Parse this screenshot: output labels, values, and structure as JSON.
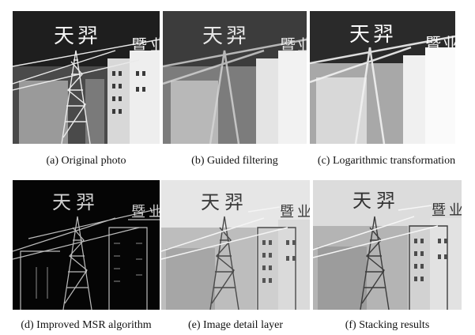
{
  "figure": {
    "panels": [
      {
        "id": "a",
        "caption": "(a) Original photo",
        "glyphs": [
          "天",
          "羿",
          "暨",
          "业"
        ],
        "tone": "dark-sky"
      },
      {
        "id": "b",
        "caption": "(b) Guided filtering",
        "glyphs": [
          "天",
          "羿",
          "暨",
          "业"
        ],
        "tone": "blurred-gray"
      },
      {
        "id": "c",
        "caption": "(c) Logarithmic transformation",
        "glyphs": [
          "天",
          "羿",
          "暨",
          "业"
        ],
        "tone": "bright-blurred"
      },
      {
        "id": "d",
        "caption": "(d) Improved MSR algorithm",
        "glyphs": [
          "天",
          "羿",
          "暨",
          "业"
        ],
        "tone": "black-edges"
      },
      {
        "id": "e",
        "caption": "(e) Image detail layer",
        "glyphs": [
          "天",
          "羿",
          "暨",
          "业"
        ],
        "tone": "light-detail"
      },
      {
        "id": "f",
        "caption": "(f) Stacking results",
        "glyphs": [
          "天",
          "羿",
          "暨",
          "业"
        ],
        "tone": "light-detail"
      }
    ]
  }
}
